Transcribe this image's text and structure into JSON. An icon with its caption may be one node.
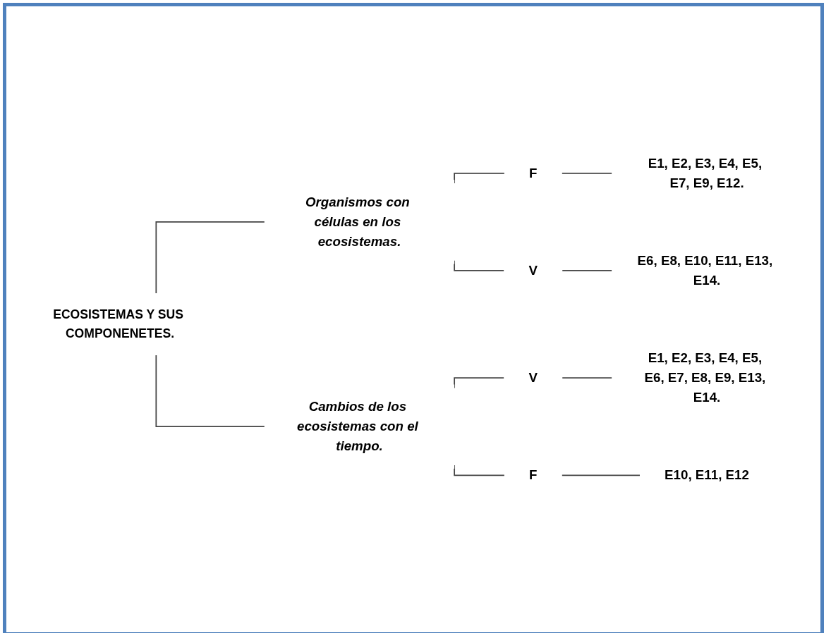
{
  "diagram": {
    "nodes": [
      {
        "text": [
          "ECOSISTEMAS Y SUS COMPONENETES."
        ]
      },
      {
        "text": [
          "Organismos con células en los ecosistemas."
        ]
      },
      {
        "text": [
          "F"
        ]
      },
      {
        "text": [
          "E1, E2, E3, E4, E5, E7, E9, E12."
        ]
      },
      {
        "text": [
          "V"
        ]
      },
      {
        "text": [
          "E6, E8, E10, E11, E13, E14."
        ]
      },
      {
        "text": [
          "Cambios de los ecosistemas con el tiempo."
        ]
      },
      {
        "text": [
          "V"
        ]
      },
      {
        "text": [
          "E1, E2, E3, E4, E5, E6, E7, E8, E9, E13, E14."
        ]
      },
      {
        "text": [
          "F"
        ]
      },
      {
        "text": [
          "E10, E11, E12"
        ]
      }
    ],
    "edges": [
      {
        "from": 0,
        "to": 1,
        "arrow": "none"
      },
      {
        "from": 0,
        "to": 6,
        "arrow": "none"
      },
      {
        "from": 1,
        "to": 2,
        "arrow": "none"
      },
      {
        "from": 1,
        "to": 4,
        "arrow": "none"
      },
      {
        "from": 2,
        "to": 3,
        "arrow": "none"
      },
      {
        "from": 4,
        "to": 5,
        "arrow": "none"
      },
      {
        "from": 6,
        "to": 7,
        "arrow": "none"
      },
      {
        "from": 6,
        "to": 9,
        "arrow": "none"
      },
      {
        "from": 7,
        "to": 8,
        "arrow": "none"
      },
      {
        "from": 9,
        "to": 10,
        "arrow": "none"
      }
    ]
  }
}
